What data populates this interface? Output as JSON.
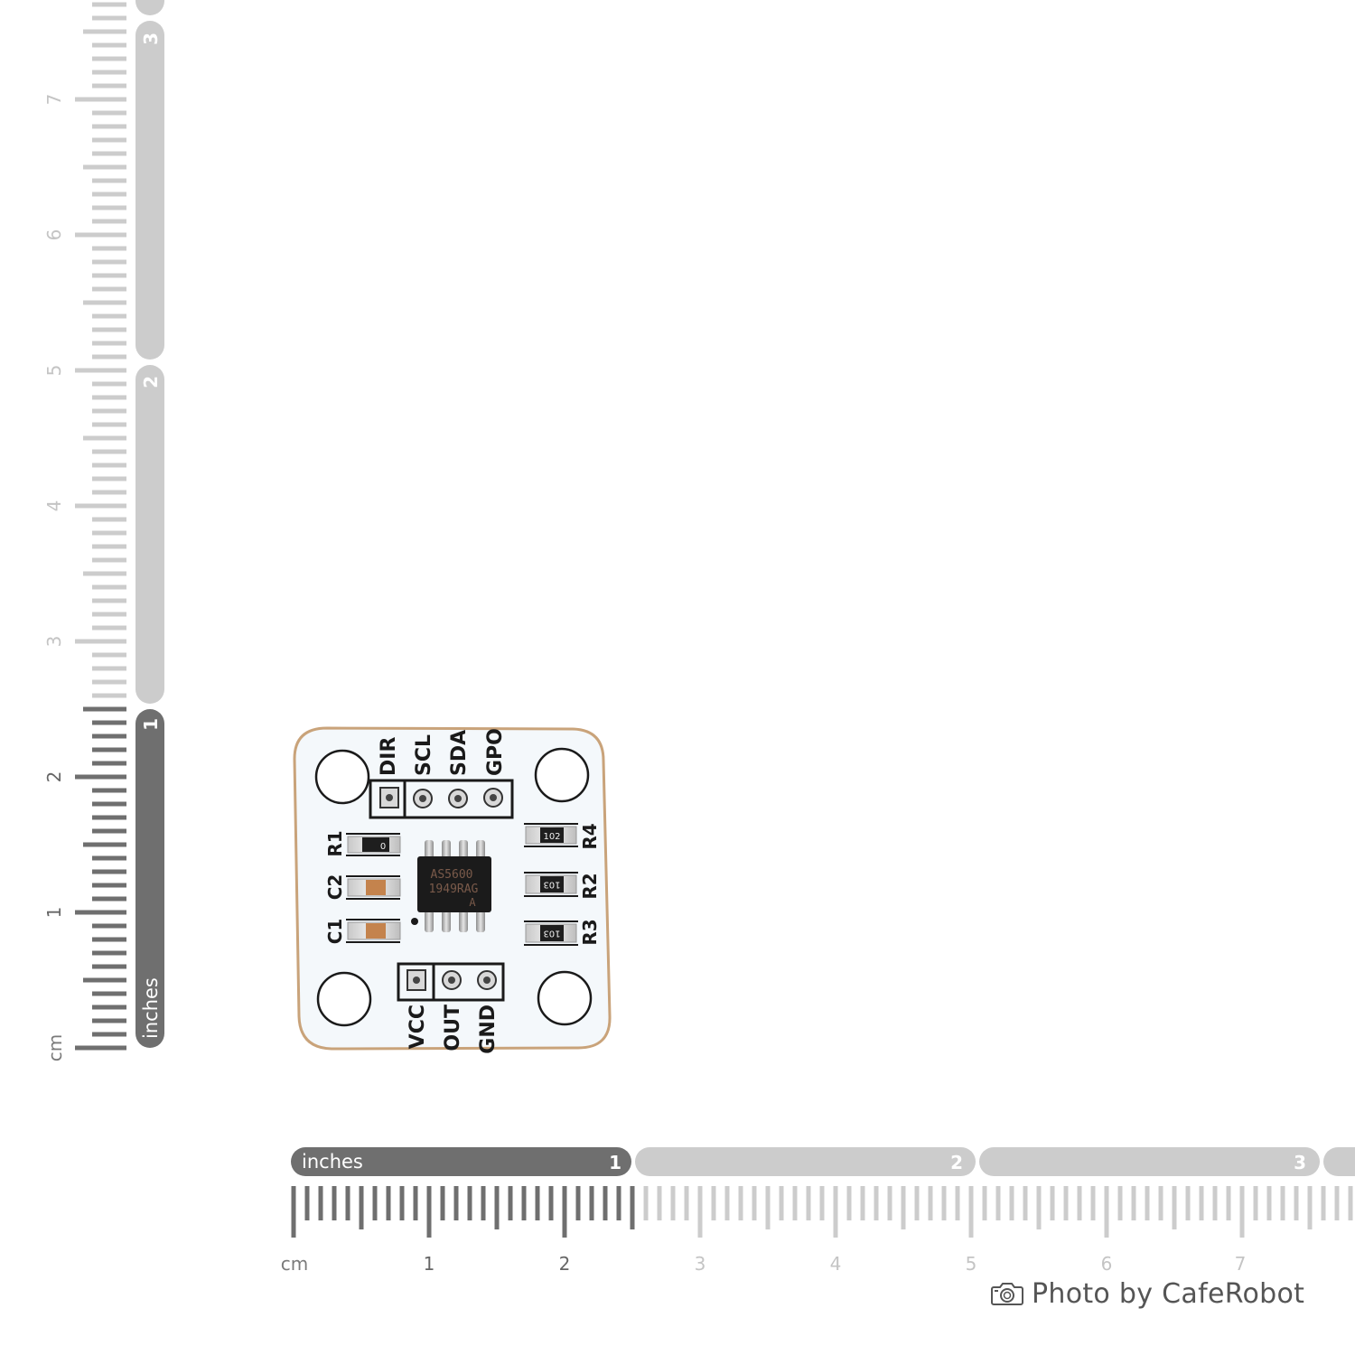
{
  "rulers": {
    "vertical": {
      "cm_unit": "cm",
      "cm_labels": [
        "1",
        "2",
        "3",
        "4",
        "5",
        "6",
        "7"
      ],
      "inch_unit": "inches",
      "inch_labels": [
        "1",
        "2",
        "3"
      ],
      "filled_inches": 1
    },
    "horizontal": {
      "cm_unit": "cm",
      "cm_labels": [
        "1",
        "2",
        "3",
        "4",
        "5",
        "6",
        "7"
      ],
      "inch_unit": "inches",
      "inch_labels": [
        "1",
        "2",
        "3"
      ],
      "filled_inches": 1
    }
  },
  "board": {
    "top_header_labels": [
      "DIR",
      "SCL",
      "SDA",
      "GPO"
    ],
    "bottom_header_labels": [
      "VCC",
      "OUT",
      "GND"
    ],
    "left_component_labels": [
      "R1",
      "C2",
      "C1"
    ],
    "right_component_labels": [
      "R4",
      "R2",
      "R3"
    ],
    "resistor_codes": {
      "R1": "0",
      "R4": "102",
      "R2": "103",
      "R3": "103"
    },
    "chip_marking": [
      "AS5600",
      "1949RAG",
      "A"
    ]
  },
  "credit": {
    "text": "Photo by CafeRobot",
    "icon": "camera-icon"
  },
  "colors": {
    "ruler_dark": "#6f6f6f",
    "ruler_light": "#cccccc",
    "ruler_text_dark": "#666666",
    "ruler_text_light": "#c4c4c4",
    "pcb": "#f4f8fb",
    "pcb_edge": "#c9a37a",
    "silkscreen": "#1a1a1a",
    "chip": "#1b1b1b",
    "capacitor": "#c4834d"
  }
}
